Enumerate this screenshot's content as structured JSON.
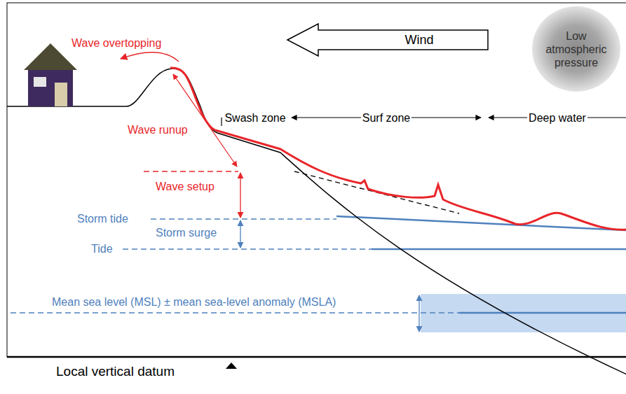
{
  "diagram": {
    "nodes": [
      {
        "text": [
          "Wind"
        ]
      },
      {
        "text": [
          "Low atmospheric pressure"
        ]
      }
    ],
    "labels": [
      "Wave overtopping",
      "Swash zone",
      "Surf zone",
      "Deep water",
      "Wave runup",
      "Wave setup",
      "Storm tide",
      "Storm surge",
      "Tide",
      "Mean sea level (MSL) ± mean sea-level anomaly (MSLA)",
      "Local vertical datum"
    ]
  }
}
